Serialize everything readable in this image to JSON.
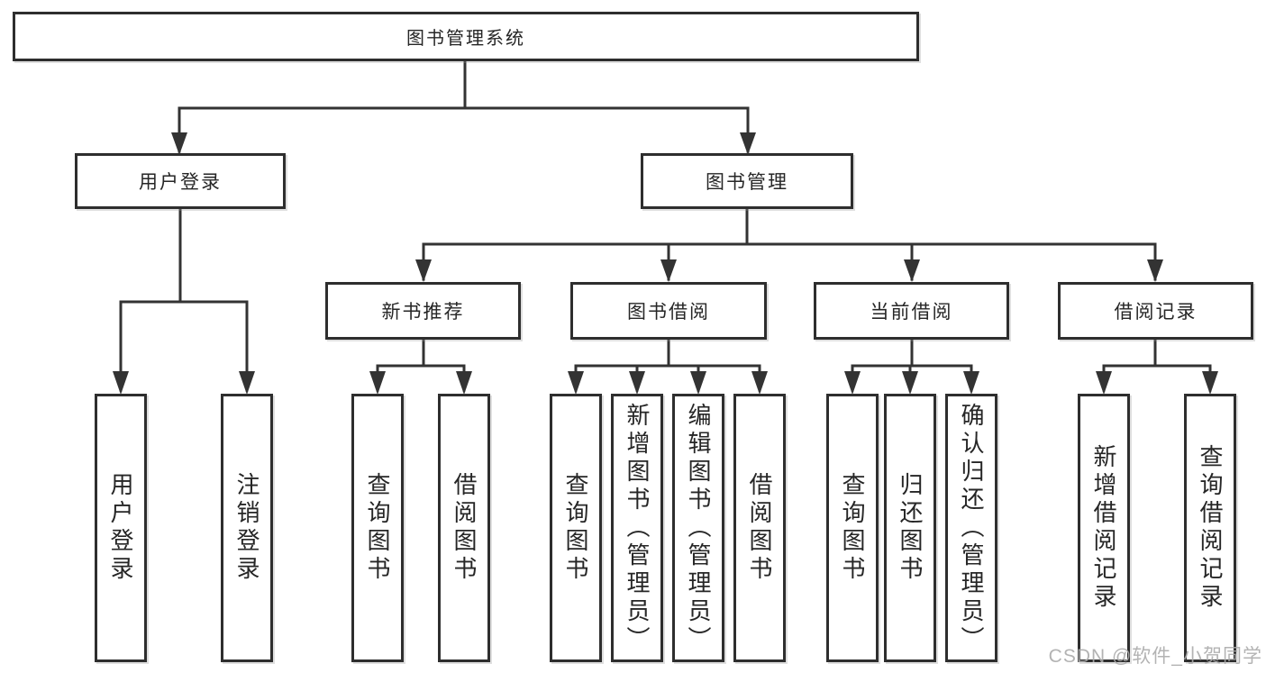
{
  "tree": {
    "root": {
      "label": "图书管理系统"
    },
    "branches": [
      {
        "label": "用户登录",
        "children": [
          {
            "label": "用户登录"
          },
          {
            "label": "注销登录"
          }
        ]
      },
      {
        "label": "图书管理",
        "children": [
          {
            "label": "新书推荐",
            "children": [
              {
                "label": "查询图书"
              },
              {
                "label": "借阅图书"
              }
            ]
          },
          {
            "label": "图书借阅",
            "children": [
              {
                "label": "查询图书"
              },
              {
                "label": "新增图书（管理员）"
              },
              {
                "label": "编辑图书（管理员）"
              },
              {
                "label": "借阅图书"
              }
            ]
          },
          {
            "label": "当前借阅",
            "children": [
              {
                "label": "查询图书"
              },
              {
                "label": "归还图书"
              },
              {
                "label": "确认归还（管理员）"
              }
            ]
          },
          {
            "label": "借阅记录",
            "children": [
              {
                "label": "新增借阅记录"
              },
              {
                "label": "查询借阅记录"
              }
            ]
          }
        ]
      }
    ]
  },
  "watermark": {
    "text": "CSDN @软件_小贺同学"
  },
  "colors": {
    "line": "#333333",
    "border": "#2e2e2e",
    "text": "#262626",
    "watermark": "#ababab",
    "background": "#ffffff"
  }
}
